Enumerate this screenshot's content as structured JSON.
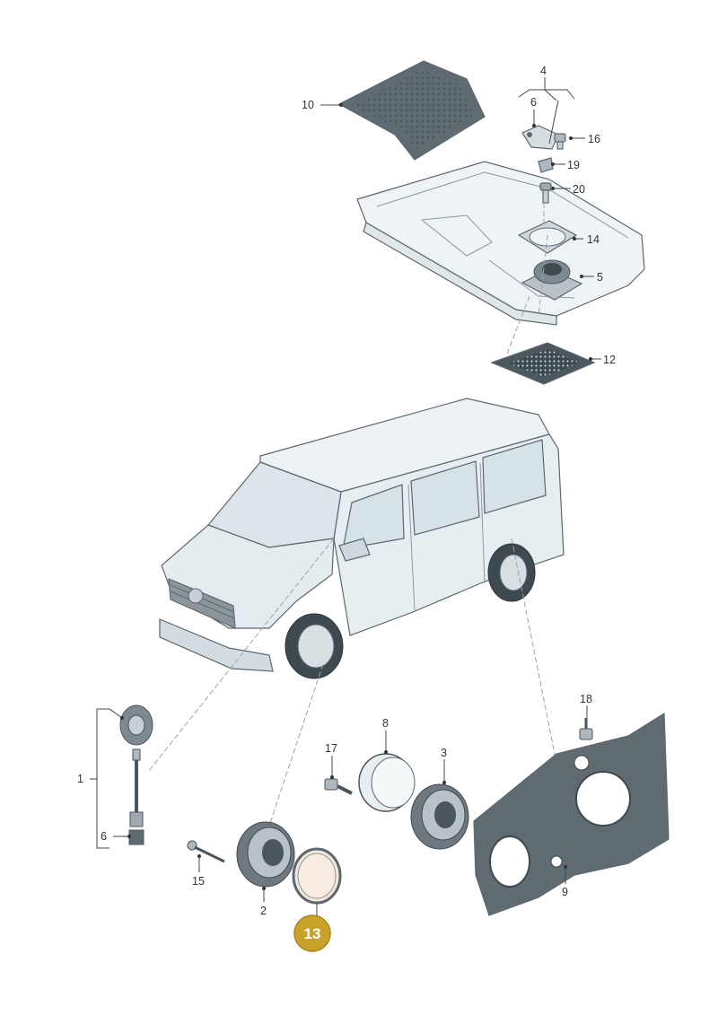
{
  "diagram": {
    "callouts": {
      "p1": "1",
      "p2": "2",
      "p3": "3",
      "p4": "4",
      "p5": "5",
      "p6a": "6",
      "p6b": "6",
      "p8": "8",
      "p9": "9",
      "p10": "10",
      "p12": "12",
      "p14": "14",
      "p15": "15",
      "p16": "16",
      "p17": "17",
      "p18": "18",
      "p19": "19",
      "p20": "20"
    },
    "highlight": {
      "label": "13",
      "color": "#c9a22a"
    },
    "colors": {
      "part_fill": "#e9f0f3",
      "part_dark": "#6d7880",
      "outline": "#5b6870"
    }
  }
}
